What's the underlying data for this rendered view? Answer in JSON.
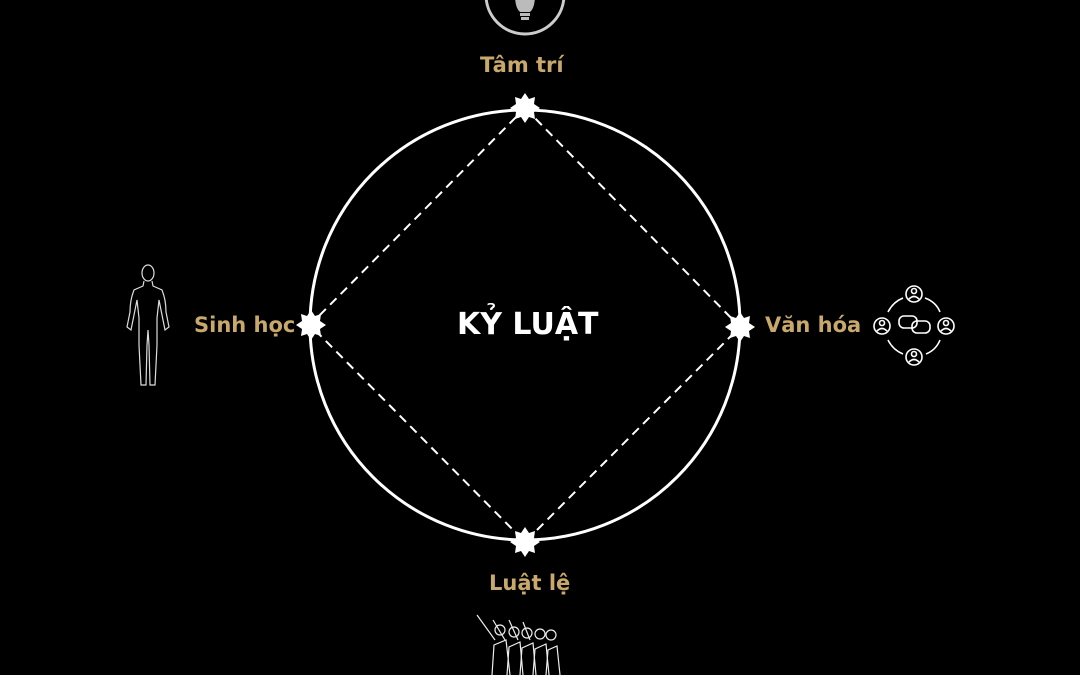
{
  "center": {
    "title": "KỶ LUẬT"
  },
  "nodes": {
    "top": {
      "label": "Tâm trí",
      "icon": "lightbulb-icon"
    },
    "left": {
      "label": "Sinh học",
      "icon": "human-body-icon"
    },
    "right": {
      "label": "Văn hóa",
      "icon": "social-conversation-icon"
    },
    "bottom": {
      "label": "Luật lệ",
      "icon": "marching-soldiers-icon"
    }
  },
  "colors": {
    "background": "#000000",
    "accent": "#c8a96b",
    "line": "#ffffff"
  }
}
